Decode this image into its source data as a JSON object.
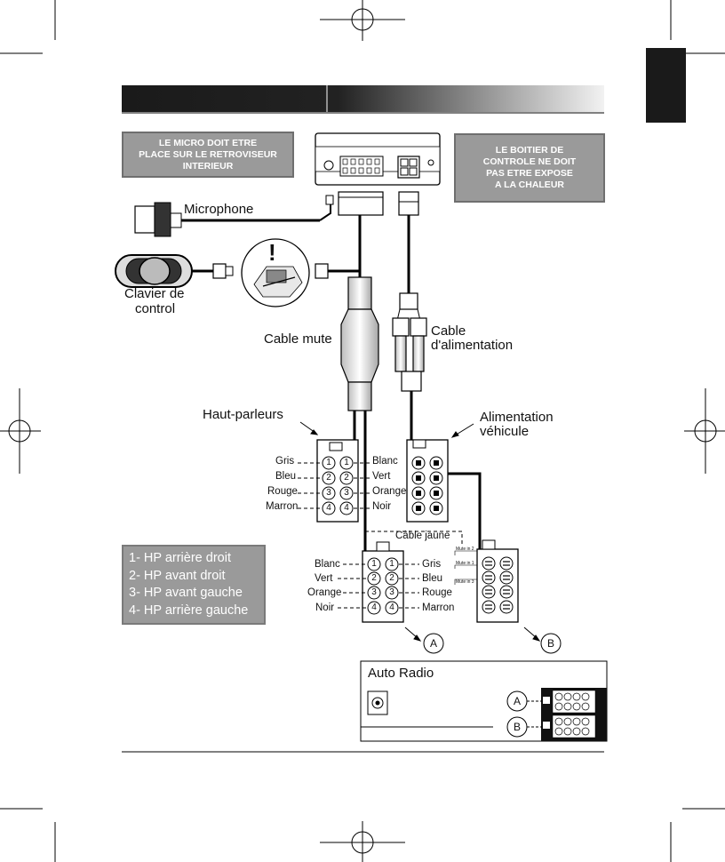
{
  "notes": {
    "micro": [
      "LE MICRO DOIT ETRE",
      "PLACE SUR LE RETROVISEUR",
      "INTERIEUR"
    ],
    "boitier": [
      "LE BOITIER DE",
      "CONTROLE NE DOIT",
      "PAS ETRE EXPOSE",
      "A LA CHALEUR"
    ]
  },
  "labels": {
    "microphone": "Microphone",
    "clavier": [
      "Clavier de",
      "control"
    ],
    "cable_mute": "Cable mute",
    "cable_alim": [
      "Cable",
      "d'alimentation"
    ],
    "haut_parleurs": "Haut-parleurs",
    "alim_vehicule": [
      "Alimentation",
      "véhicule"
    ],
    "cable_jaune": "Câble jaune",
    "auto_radio": "Auto Radio",
    "connector_a": "A",
    "connector_b": "B",
    "warning": "!"
  },
  "hp_connector": {
    "left": [
      "Gris",
      "Bleu",
      "Rouge",
      "Marron"
    ],
    "right": [
      "Blanc",
      "Vert",
      "Orange",
      "Noir"
    ],
    "pins": [
      "1",
      "2",
      "3",
      "4"
    ]
  },
  "radio_connector": {
    "left": [
      "Blanc",
      "Vert",
      "Orange",
      "Noir"
    ],
    "right": [
      "Gris",
      "Bleu",
      "Rouge",
      "Marron"
    ],
    "pins": [
      "1",
      "2",
      "3",
      "4"
    ]
  },
  "mute_labels": [
    "Mute in 2",
    "Mute in 1",
    "Mute in 3"
  ],
  "legend": [
    "1- HP arrière droit",
    "2- HP avant droit",
    "3- HP avant gauche",
    "4- HP arrière gauche"
  ],
  "colors": {
    "note_bg": "#9a9a9a",
    "header": "#1a1a1a",
    "line": "#111111"
  }
}
